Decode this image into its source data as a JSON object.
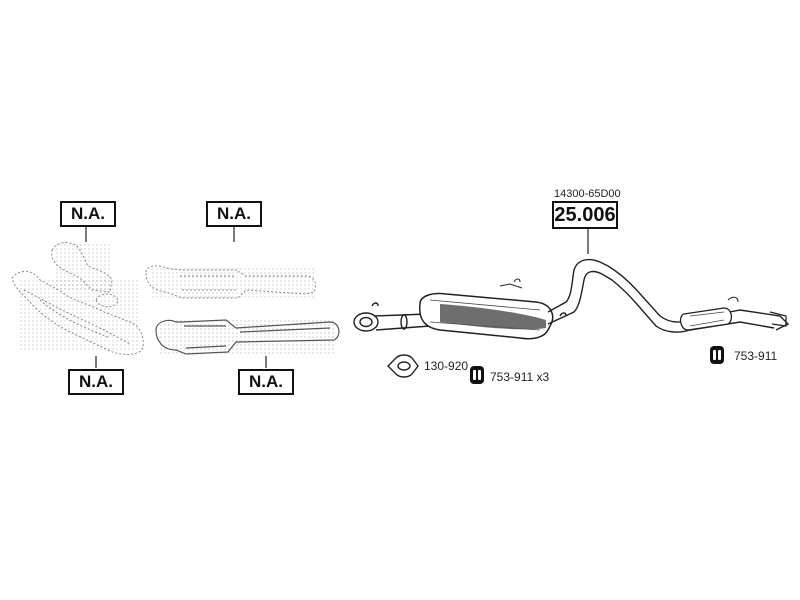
{
  "labels": {
    "na_top_left": "N.A.",
    "na_top_middle": "N.A.",
    "na_bottom_left": "N.A.",
    "na_bottom_middle": "N.A.",
    "main_part_number": "25.006",
    "oem_number": "14300-65D00",
    "gasket_part": "130-920",
    "rubber_mount_part_middle": "753-911 x3",
    "rubber_mount_part_right": "753-911"
  },
  "colors": {
    "line": "#222222",
    "stipple": "#777777",
    "label_border": "#111111"
  }
}
